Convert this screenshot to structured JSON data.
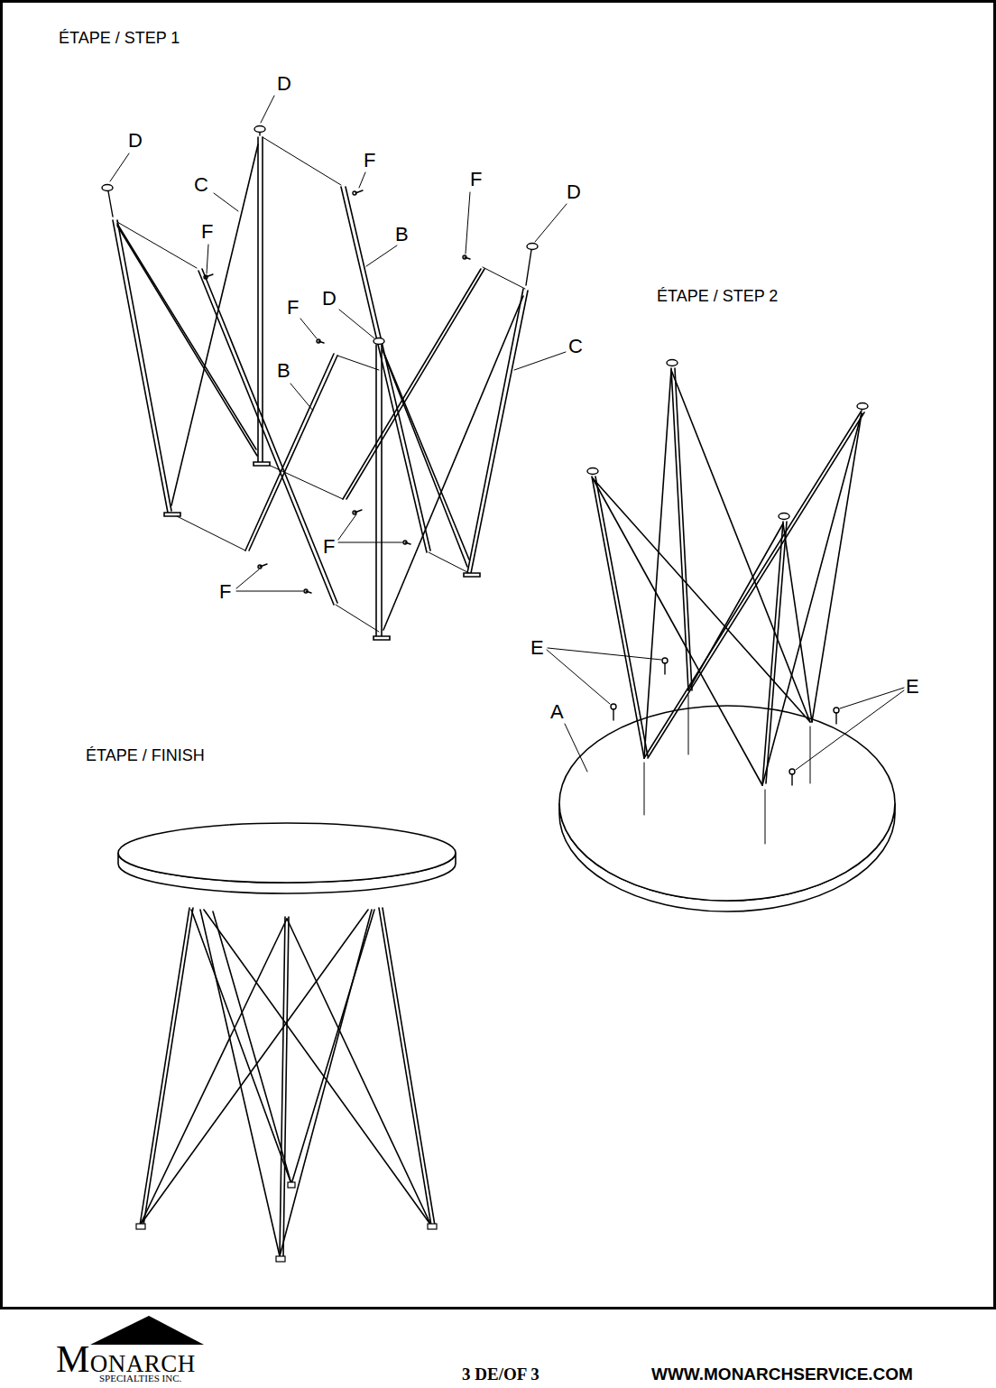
{
  "diagram": {
    "labels": [
      "ÉTAPE / STEP 1",
      "D",
      "D",
      "C",
      "F",
      "F",
      "D",
      "F",
      "B",
      "F",
      "D",
      "ÉTAPE / STEP 2",
      "B",
      "C",
      "F",
      "E",
      "F",
      "E",
      "A",
      "ÉTAPE / FINISH",
      "MONARCH",
      "SPECIALTIES INC.",
      "3 DE/OF 3",
      "WWW.MONARCHSERVICE.COM"
    ]
  }
}
